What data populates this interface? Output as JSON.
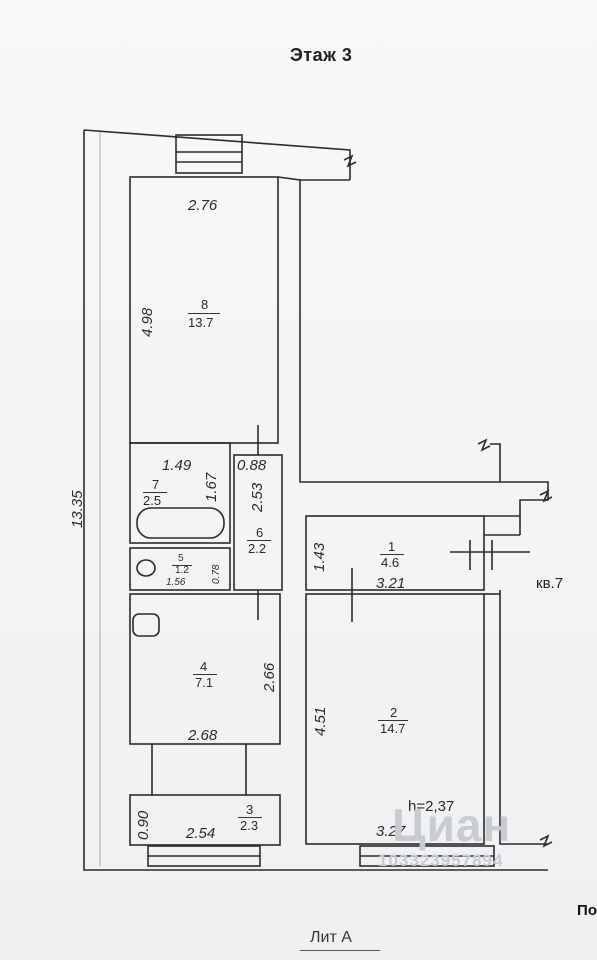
{
  "title": "Этаж 3",
  "footer_label": "Лит А",
  "corner_fragment": "По",
  "apartment_label": "кв.7",
  "ceiling_height": "h=2,37",
  "overall_dimension": "13.35",
  "watermark": {
    "brand": "Циан",
    "id": "103323957894"
  },
  "rooms": [
    {
      "number": "1",
      "area": "4.6",
      "dim_a": "1.43",
      "dim_b": "3.21"
    },
    {
      "number": "2",
      "area": "14.7",
      "dim_a": "4.51",
      "dim_b": "3.27"
    },
    {
      "number": "3",
      "area": "2.3",
      "dim_a": "0.90",
      "dim_b": "2.54"
    },
    {
      "number": "4",
      "area": "7.1",
      "dim_a": "2.66",
      "dim_b": "2.68"
    },
    {
      "number": "5",
      "area": "1.2",
      "dim_a": "0.78",
      "dim_b": "1.56"
    },
    {
      "number": "6",
      "area": "2.2",
      "dim_a": "2.53",
      "dim_b": "0.88"
    },
    {
      "number": "7",
      "area": "2.5",
      "dim_a": "1.67",
      "dim_b": "1.49"
    },
    {
      "number": "8",
      "area": "13.7",
      "dim_a": "4.98",
      "dim_b": "2.76"
    }
  ],
  "colors": {
    "wall": "#2b2b2b",
    "paper": "#f4f5f6"
  }
}
